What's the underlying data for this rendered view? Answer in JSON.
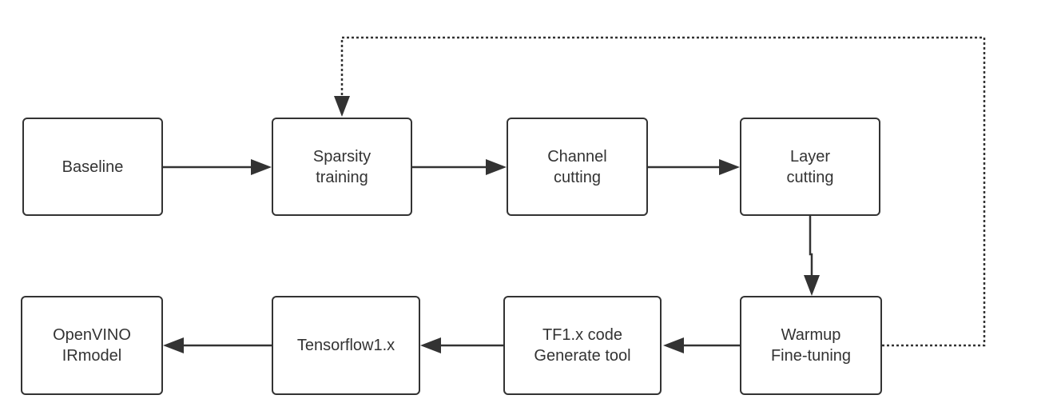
{
  "colors": {
    "stroke": "#333333",
    "text": "#333333",
    "background": "#ffffff"
  },
  "nodes": {
    "baseline": {
      "lines": [
        "Baseline"
      ]
    },
    "sparsity": {
      "lines": [
        "Sparsity",
        "training"
      ]
    },
    "channel": {
      "lines": [
        "Channel",
        "cutting"
      ]
    },
    "layer": {
      "lines": [
        "Layer",
        "cutting"
      ]
    },
    "warmup": {
      "lines": [
        "Warmup",
        "Fine-tuning"
      ]
    },
    "tf1code": {
      "lines": [
        "TF1.x code",
        "Generate tool"
      ]
    },
    "tensorflow": {
      "lines": [
        "Tensorflow1.x"
      ]
    },
    "openvino": {
      "lines": [
        "OpenVINO",
        "IRmodel"
      ]
    }
  },
  "edges": [
    {
      "from": "baseline",
      "to": "sparsity",
      "style": "solid"
    },
    {
      "from": "sparsity",
      "to": "channel",
      "style": "solid"
    },
    {
      "from": "channel",
      "to": "layer",
      "style": "solid"
    },
    {
      "from": "layer",
      "to": "warmup",
      "style": "solid"
    },
    {
      "from": "warmup",
      "to": "tf1code",
      "style": "solid"
    },
    {
      "from": "tf1code",
      "to": "tensorflow",
      "style": "solid"
    },
    {
      "from": "tensorflow",
      "to": "openvino",
      "style": "solid"
    },
    {
      "from": "warmup",
      "to": "sparsity",
      "style": "dotted"
    }
  ]
}
